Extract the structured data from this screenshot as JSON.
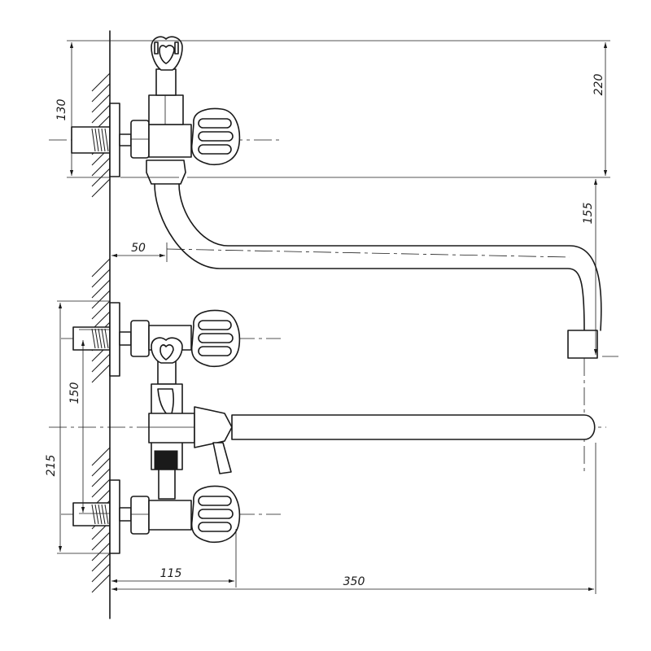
{
  "dimensions": {
    "top_height": "220",
    "upper_connector": "130",
    "spout_drop": "155",
    "wall_offset": "50",
    "inlet_spacing": "150",
    "overall_height": "215",
    "mixer_depth": "115",
    "spout_reach": "350"
  }
}
